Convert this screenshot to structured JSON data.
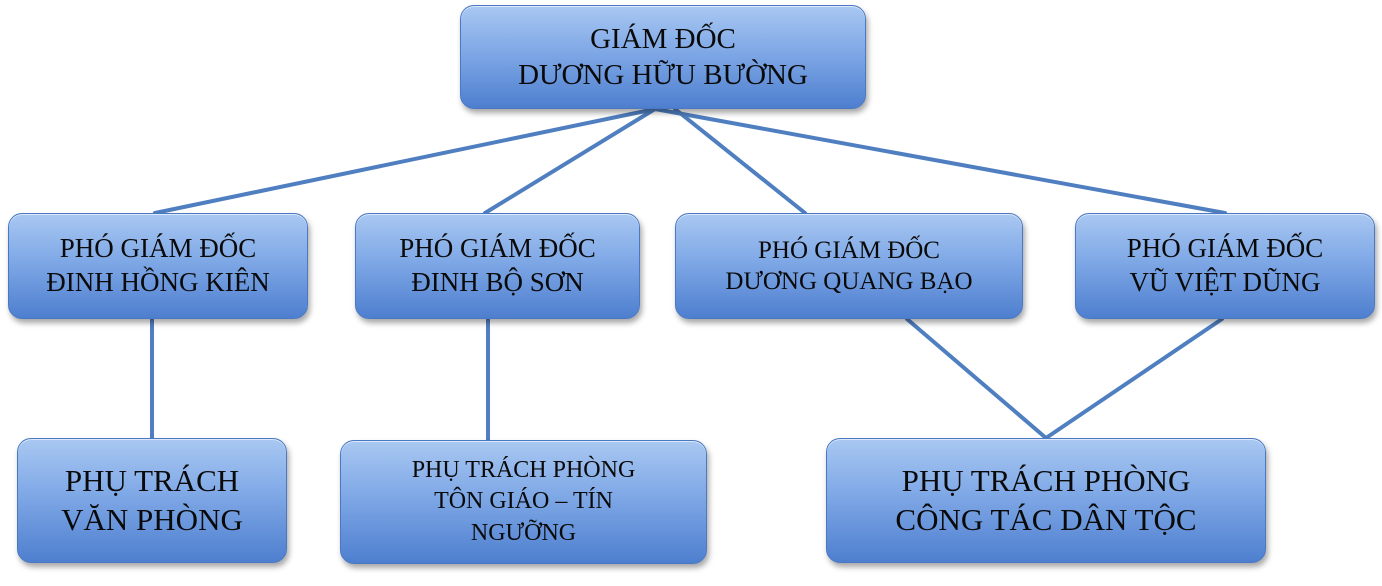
{
  "colors": {
    "node_fill_top": "#a9c8f2",
    "node_fill_bottom": "#4e7fcf",
    "node_border": "#4a78c3",
    "connector": "#4f7fc0",
    "text": "#0a0a0a"
  },
  "org_chart": {
    "director": {
      "line1": "GIÁM ĐỐC",
      "line2": "DƯƠNG HỮU BƯỜNG"
    },
    "deputies": [
      {
        "line1": "PHÓ GIÁM ĐỐC",
        "line2": "ĐINH HỒNG KIÊN"
      },
      {
        "line1": "PHÓ GIÁM ĐỐC",
        "line2": "ĐINH BỘ SƠN"
      },
      {
        "line1": "PHÓ GIÁM ĐỐC",
        "line2": "DƯƠNG QUANG BẠO"
      },
      {
        "line1": "PHÓ GIÁM ĐỐC",
        "line2": "VŨ VIỆT DŨNG"
      }
    ],
    "departments": [
      {
        "line1": "PHỤ TRÁCH",
        "line2": "VĂN PHÒNG"
      },
      {
        "line1": "PHỤ TRÁCH PHÒNG",
        "line2": "TÔN GIÁO – TÍN",
        "line3": "NGƯỠNG"
      },
      {
        "line1": "PHỤ TRÁCH PHÒNG",
        "line2": "CÔNG TÁC DÂN TỘC"
      }
    ]
  }
}
